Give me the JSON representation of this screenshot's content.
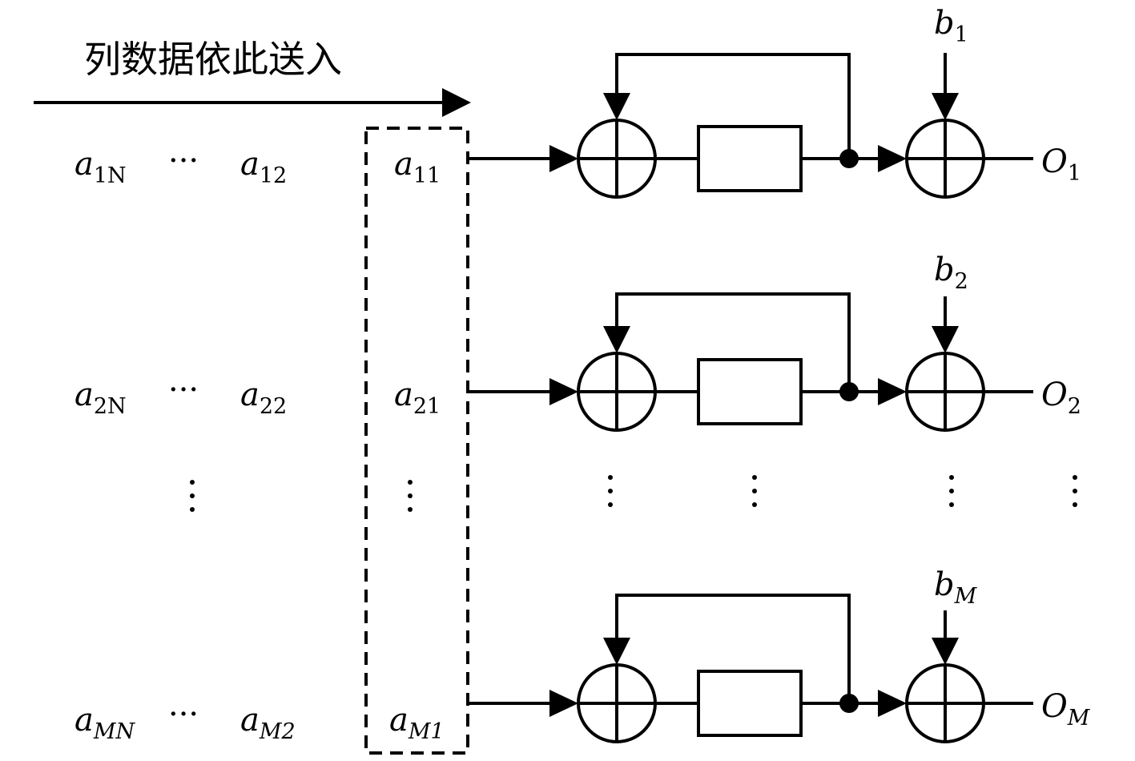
{
  "header": {
    "direction_text": "列数据依此送入"
  },
  "matrix": {
    "rows": [
      {
        "c1": {
          "base": "a",
          "sub": "1N"
        },
        "c2": {
          "base": "a",
          "sub": "12"
        },
        "c3": {
          "base": "a",
          "sub": "11"
        }
      },
      {
        "c1": {
          "base": "a",
          "sub": "2N"
        },
        "c2": {
          "base": "a",
          "sub": "22"
        },
        "c3": {
          "base": "a",
          "sub": "21"
        }
      },
      {
        "c1": {
          "base": "a",
          "sub": "MN"
        },
        "c2": {
          "base": "a",
          "sub": "M2"
        },
        "c3": {
          "base": "a",
          "sub": "M1"
        }
      }
    ],
    "hdots": "···",
    "vdots": "⋮"
  },
  "units": [
    {
      "bias": {
        "base": "b",
        "sub": "1"
      },
      "output": {
        "base": "O",
        "sub": "1"
      }
    },
    {
      "bias": {
        "base": "b",
        "sub": "2"
      },
      "output": {
        "base": "O",
        "sub": "2"
      }
    },
    {
      "bias": {
        "base": "b",
        "sub": "M"
      },
      "output": {
        "base": "O",
        "sub": "M"
      }
    }
  ],
  "colors": {
    "line": "#000000",
    "background": "#ffffff"
  }
}
